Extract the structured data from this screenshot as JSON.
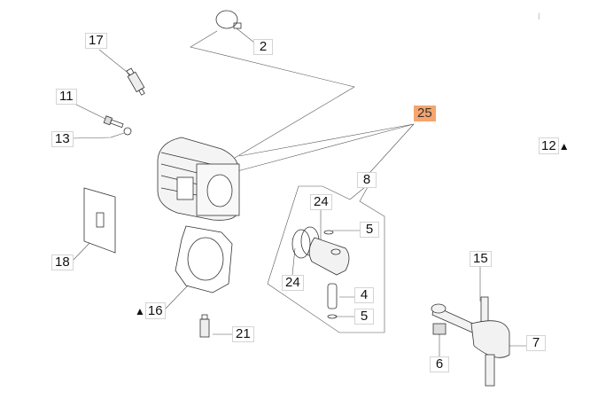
{
  "diagram": {
    "highlight_color": "#f6a56e",
    "labels": [
      {
        "id": "17",
        "text": "17"
      },
      {
        "id": "2",
        "text": "2"
      },
      {
        "id": "11",
        "text": "11"
      },
      {
        "id": "13",
        "text": "13"
      },
      {
        "id": "25",
        "text": "25",
        "highlighted": true
      },
      {
        "id": "12",
        "text": "12",
        "marker": "▲"
      },
      {
        "id": "8",
        "text": "8"
      },
      {
        "id": "24a",
        "text": "24"
      },
      {
        "id": "5a",
        "text": "5"
      },
      {
        "id": "18",
        "text": "18"
      },
      {
        "id": "24b",
        "text": "24"
      },
      {
        "id": "15",
        "text": "15"
      },
      {
        "id": "4",
        "text": "4"
      },
      {
        "id": "16",
        "text": "16",
        "marker": "▲"
      },
      {
        "id": "5b",
        "text": "5"
      },
      {
        "id": "21",
        "text": "21"
      },
      {
        "id": "7",
        "text": "7"
      },
      {
        "id": "6",
        "text": "6"
      }
    ]
  }
}
